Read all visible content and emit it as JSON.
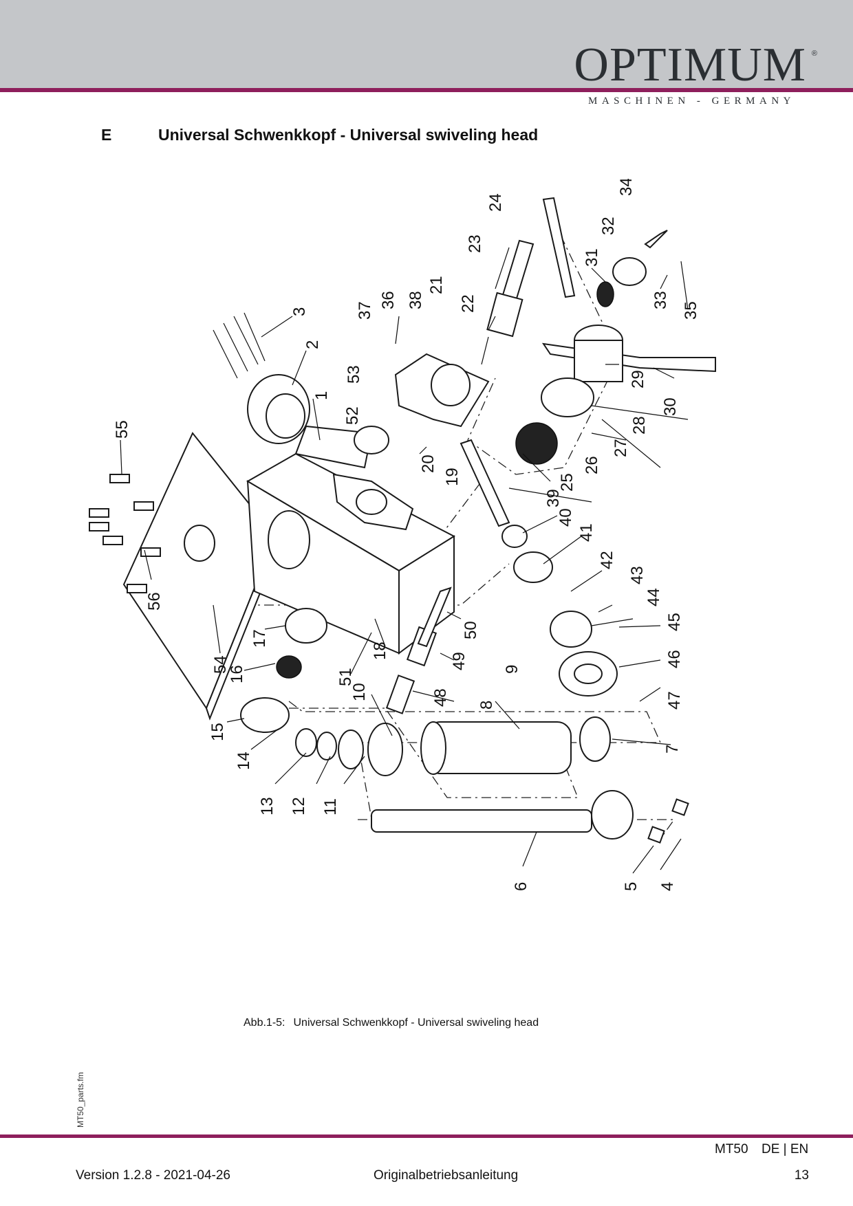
{
  "header": {
    "logo_text": "OPTIMUM",
    "logo_registered": "®",
    "logo_subtitle": "MASCHINEN - GERMANY",
    "accent_color": "#8e1f5c",
    "band_color": "#c4c6c9"
  },
  "section": {
    "letter": "E",
    "title": "Universal Schwenkkopf - Universal swiveling head"
  },
  "figure": {
    "part_numbers": [
      "1",
      "2",
      "3",
      "4",
      "5",
      "6",
      "7",
      "8",
      "9",
      "10",
      "11",
      "12",
      "13",
      "14",
      "15",
      "16",
      "17",
      "18",
      "19",
      "20",
      "21",
      "22",
      "23",
      "24",
      "25",
      "26",
      "27",
      "28",
      "29",
      "30",
      "31",
      "32",
      "33",
      "34",
      "35",
      "36",
      "37",
      "38",
      "39",
      "40",
      "41",
      "42",
      "43",
      "44",
      "45",
      "46",
      "47",
      "48",
      "49",
      "50",
      "51",
      "52",
      "53",
      "54",
      "55",
      "56"
    ],
    "caption_number": "Abb.1-5:",
    "caption_text": "Universal Schwenkkopf - Universal swiveling head"
  },
  "side_label": "MT50_parts.fm",
  "footer": {
    "model": "MT50",
    "languages": "DE | EN",
    "version": "Version 1.2.8 - 2021-04-26",
    "doc_type": "Originalbetriebsanleitung",
    "page": "13"
  }
}
